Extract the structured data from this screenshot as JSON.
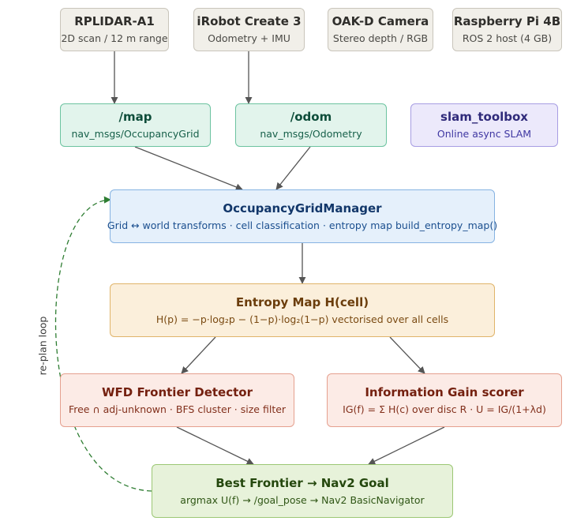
{
  "nodes": {
    "rplidar": {
      "title": "RPLIDAR-A1",
      "subtitle": "2D scan / 12 m range"
    },
    "create3": {
      "title": "iRobot Create 3",
      "subtitle": "Odometry + IMU"
    },
    "oakd": {
      "title": "OAK-D Camera",
      "subtitle": "Stereo depth / RGB"
    },
    "rpi": {
      "title": "Raspberry Pi 4B",
      "subtitle": "ROS 2 host (4 GB)"
    },
    "map": {
      "title": "/map",
      "subtitle": "nav_msgs/OccupancyGrid"
    },
    "odom": {
      "title": "/odom",
      "subtitle": "nav_msgs/Odometry"
    },
    "slam": {
      "title": "slam_toolbox",
      "subtitle": "Online async SLAM"
    },
    "ogm": {
      "title": "OccupancyGridManager",
      "subtitle": "Grid ↔ world transforms · cell classification · entropy map build_entropy_map()"
    },
    "entropy": {
      "title": "Entropy Map H(cell)",
      "subtitle": "H(p) = −p·log₂p − (1−p)·log₂(1−p) vectorised over all cells"
    },
    "wfd": {
      "title": "WFD Frontier Detector",
      "subtitle": "Free ∩ adj-unknown · BFS cluster · size filter"
    },
    "ig": {
      "title": "Information Gain scorer",
      "subtitle": "IG(f) = Σ H(c) over disc R · U = IG/(1+λd)"
    },
    "best": {
      "title": "Best Frontier → Nav2 Goal",
      "subtitle": "argmax U(f) → /goal_pose → Nav2 BasicNavigator"
    }
  },
  "loop_label": "re-plan loop",
  "edges": [
    {
      "from": "rplidar",
      "to": "map"
    },
    {
      "from": "create3",
      "to": "odom"
    },
    {
      "from": "map",
      "to": "ogm"
    },
    {
      "from": "odom",
      "to": "ogm"
    },
    {
      "from": "ogm",
      "to": "entropy"
    },
    {
      "from": "entropy",
      "to": "wfd"
    },
    {
      "from": "entropy",
      "to": "ig"
    },
    {
      "from": "wfd",
      "to": "best"
    },
    {
      "from": "ig",
      "to": "best"
    },
    {
      "from": "best",
      "to": "ogm",
      "style": "dashed"
    }
  ],
  "colors": {
    "edge": "#555555",
    "loop": "#2e7d32"
  }
}
